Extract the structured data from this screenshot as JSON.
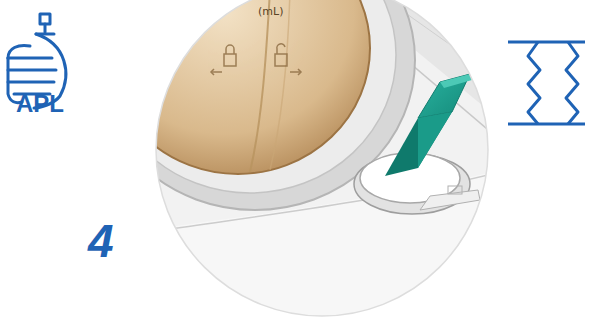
{
  "diagram": {
    "labels": [
      "APL",
      "(mL)",
      "4"
    ]
  }
}
